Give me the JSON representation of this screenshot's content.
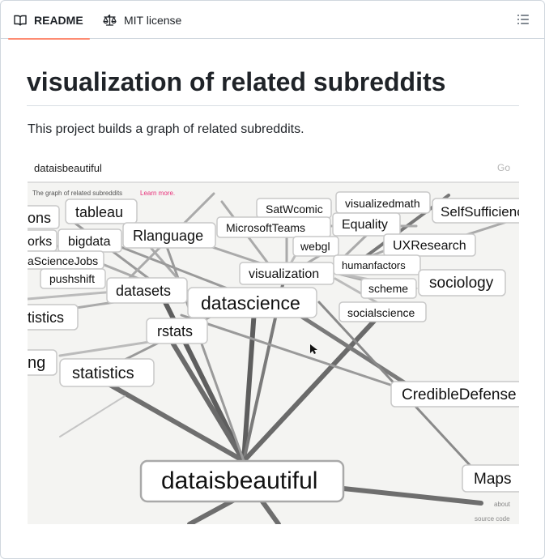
{
  "tabs": [
    {
      "label": "README",
      "active": true,
      "icon": "book-icon"
    },
    {
      "label": "MIT license",
      "active": false,
      "icon": "law-scale-icon"
    }
  ],
  "menu_icon": "list-icon",
  "colors": {
    "accent_underline": "#fd8c73",
    "text": "#1f2328",
    "border": "#d0d7de"
  },
  "readme": {
    "title": "visualization of related subreddits",
    "description": "This project builds a graph of related subreddits."
  },
  "demo": {
    "search_value": "dataisbeautiful",
    "go_label": "Go",
    "caption": "The graph of related subreddits",
    "learn_more": "Learn more.",
    "about_link": "about",
    "source_link": "source code",
    "nodes": [
      {
        "id": "ons",
        "label": "ons"
      },
      {
        "id": "tableau",
        "label": "tableau"
      },
      {
        "id": "satwcomic",
        "label": "SatWcomic"
      },
      {
        "id": "visualizedmath",
        "label": "visualizedmath"
      },
      {
        "id": "selfsufficiency",
        "label": "SelfSufficienc"
      },
      {
        "id": "equality",
        "label": "Equality"
      },
      {
        "id": "microsoftteams",
        "label": "MicrosoftTeams"
      },
      {
        "id": "orks",
        "label": "orks"
      },
      {
        "id": "bigdata",
        "label": "bigdata"
      },
      {
        "id": "rlanguage",
        "label": "Rlanguage"
      },
      {
        "id": "webgl",
        "label": "webgl"
      },
      {
        "id": "uxresearch",
        "label": "UXResearch"
      },
      {
        "id": "datasciencejobs",
        "label": "aScienceJobs"
      },
      {
        "id": "humanfactors",
        "label": "humanfactors"
      },
      {
        "id": "visualization",
        "label": "visualization"
      },
      {
        "id": "pushshift",
        "label": "pushshift"
      },
      {
        "id": "datasets",
        "label": "datasets"
      },
      {
        "id": "scheme",
        "label": "scheme"
      },
      {
        "id": "sociology",
        "label": "sociology"
      },
      {
        "id": "datascience",
        "label": "datascience"
      },
      {
        "id": "socialscience",
        "label": "socialscience"
      },
      {
        "id": "tistics",
        "label": "tistics"
      },
      {
        "id": "rstats",
        "label": "rstats"
      },
      {
        "id": "ng",
        "label": "ng"
      },
      {
        "id": "statistics",
        "label": "statistics"
      },
      {
        "id": "credibledefense",
        "label": "CredibleDefense"
      },
      {
        "id": "dataisbeautiful",
        "label": "dataisbeautiful"
      },
      {
        "id": "maps",
        "label": "Maps"
      }
    ]
  }
}
